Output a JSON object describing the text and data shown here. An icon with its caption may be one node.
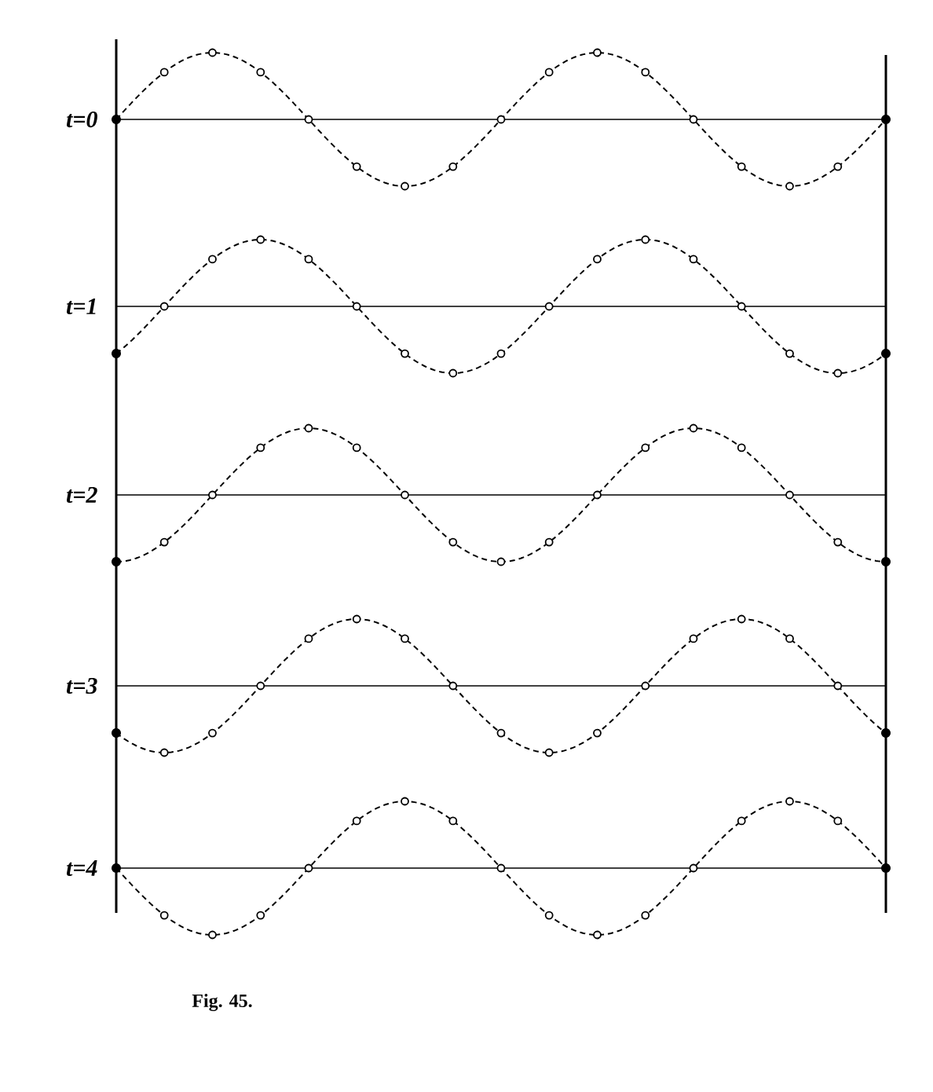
{
  "diagram": {
    "caption": "Fig. 45.",
    "labels": [
      "t=0",
      "t=1",
      "t=2",
      "t=3",
      "t=4"
    ]
  }
}
